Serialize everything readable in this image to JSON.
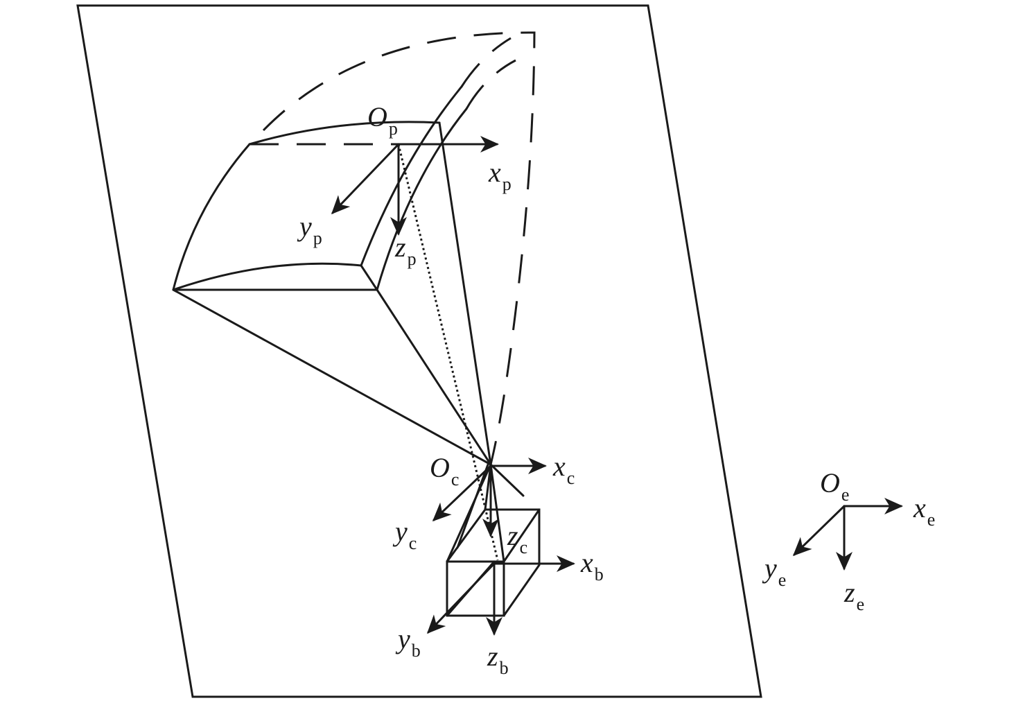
{
  "diagram": {
    "frames": [
      {
        "id": "p",
        "origin": "O",
        "origin_sub": "p",
        "x": "x",
        "y": "y",
        "z": "z",
        "sub": "p"
      },
      {
        "id": "c",
        "origin": "O",
        "origin_sub": "c",
        "x": "x",
        "y": "y",
        "z": "z",
        "sub": "c"
      },
      {
        "id": "b",
        "x": "x",
        "y": "y",
        "z": "z",
        "sub": "b"
      },
      {
        "id": "e",
        "origin": "O",
        "origin_sub": "e",
        "x": "x",
        "y": "y",
        "z": "z",
        "sub": "e"
      }
    ],
    "stroke_color": "#1a1a1a"
  }
}
